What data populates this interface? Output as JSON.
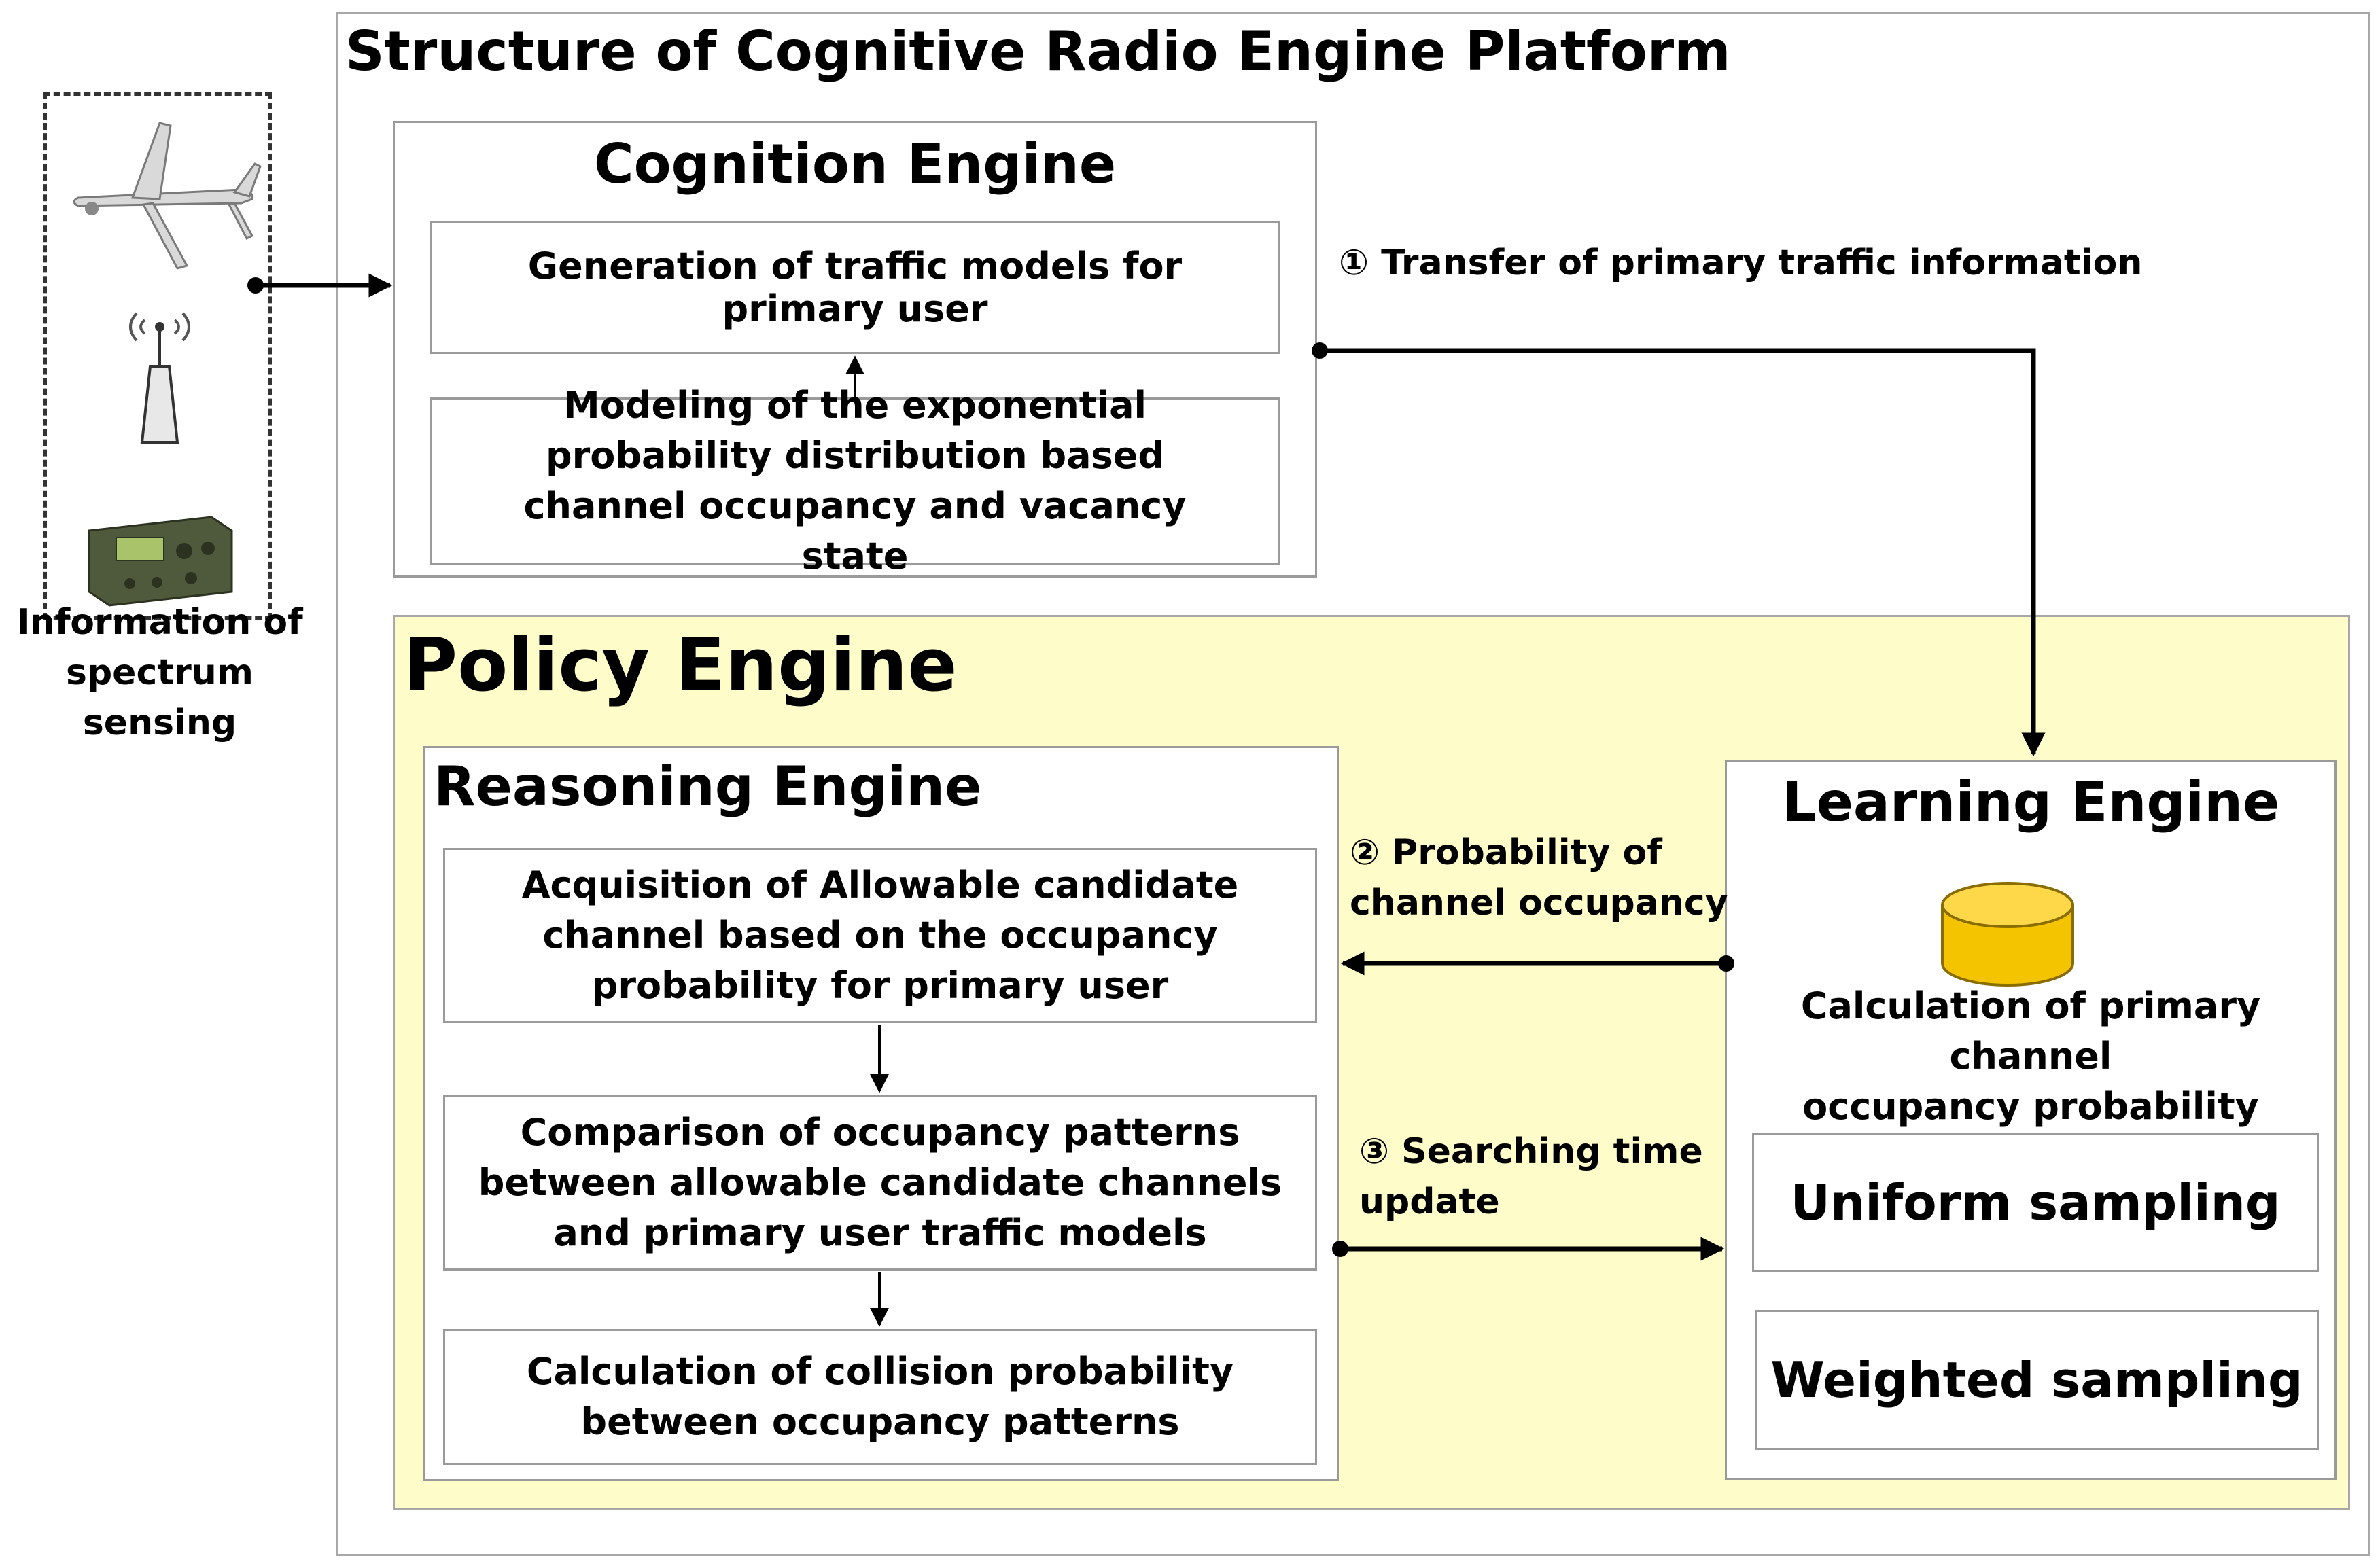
{
  "platform": {
    "title": "Structure of Cognitive Radio Engine Platform"
  },
  "sensing": {
    "caption_line1": "Information of",
    "caption_line2": "spectrum sensing"
  },
  "cognition": {
    "title": "Cognition Engine",
    "box_generation": "Generation of traffic models for primary user",
    "box_modeling": "Modeling of the exponential probability distribution based channel occupancy and vacancy state"
  },
  "policy": {
    "title": "Policy Engine"
  },
  "reasoning": {
    "title": "Reasoning Engine",
    "box_acquisition": "Acquisition of Allowable candidate channel based on the occupancy probability for primary user",
    "box_comparison": "Comparison of occupancy patterns between allowable candidate channels and primary user traffic models",
    "box_collision": "Calculation of collision probability between occupancy patterns"
  },
  "learning": {
    "title": "Learning Engine",
    "calculation_line1": "Calculation of primary channel",
    "calculation_line2": "occupancy probability",
    "uniform": "Uniform sampling",
    "weighted": "Weighted sampling"
  },
  "flows": {
    "transfer": "① Transfer of primary traffic information",
    "probability_line1": "② Probability of",
    "probability_line2": "channel occupancy",
    "searching_line1": "③ Searching  time",
    "searching_line2": "update"
  },
  "colors": {
    "policy_bg": "#fefdc9",
    "db_fill": "#f5c400",
    "db_stroke": "#8a6d00"
  }
}
